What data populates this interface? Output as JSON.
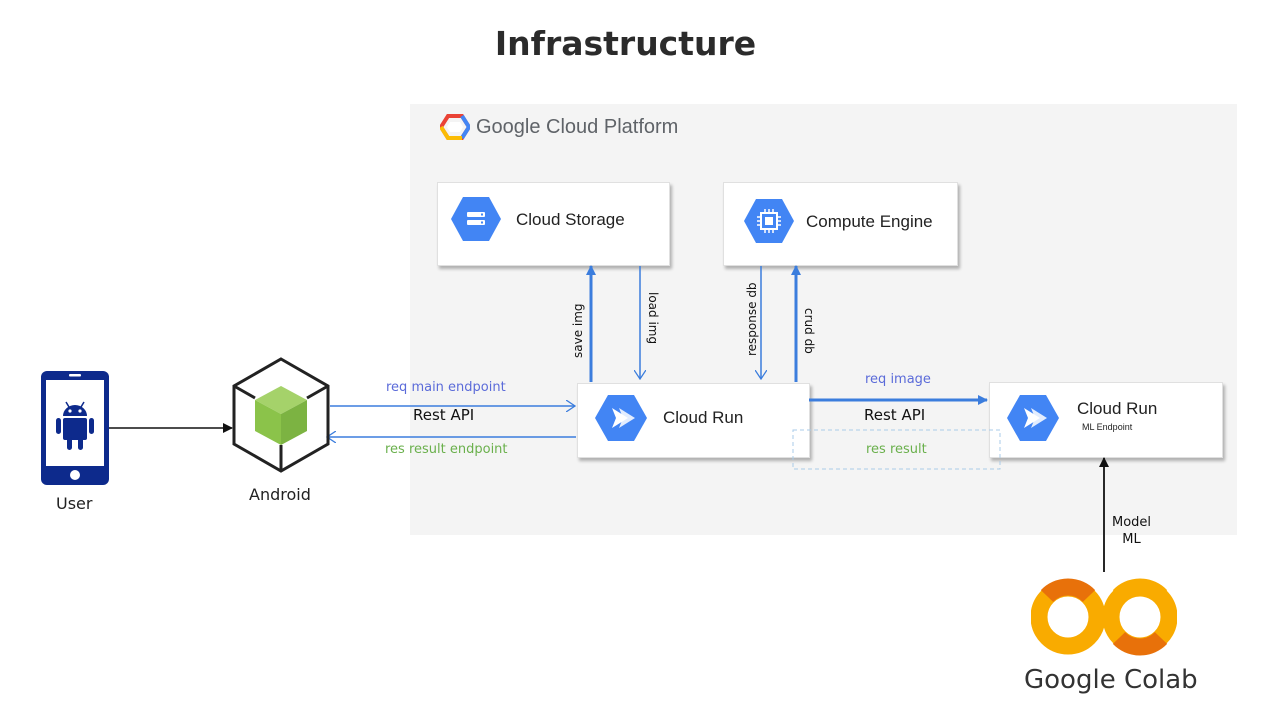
{
  "title": "Infrastructure",
  "platform": {
    "name": "Google Cloud Platform"
  },
  "nodes": {
    "user": "User",
    "android": "Android",
    "cloud_storage": "Cloud Storage",
    "compute_engine": "Compute Engine",
    "cloud_run_main": "Cloud Run",
    "cloud_run_ml": "Cloud Run",
    "cloud_run_ml_sub": "ML Endpoint",
    "colab": "Google Colab"
  },
  "edges": {
    "req_main": "req main endpoint",
    "rest_api_1": "Rest API",
    "res_result_endpoint": "res result endpoint",
    "save_img": "save img",
    "load_img": "load img",
    "response_db": "response db",
    "crud_db": "crud db",
    "req_image": "req image",
    "rest_api_2": "Rest API",
    "res_result": "res result",
    "model_ml_line1": "Model",
    "model_ml_line2": "ML"
  },
  "colors": {
    "gcp_blue": "#4285f4",
    "arrow_blue": "#3b7ddd",
    "label_blue": "#5b6bd9",
    "label_green": "#6ab04c",
    "android_green": "#8bc34a",
    "phone_navy": "#0d2a8c",
    "colab_orange": "#f9ab00",
    "colab_dark_orange": "#e8710a"
  }
}
